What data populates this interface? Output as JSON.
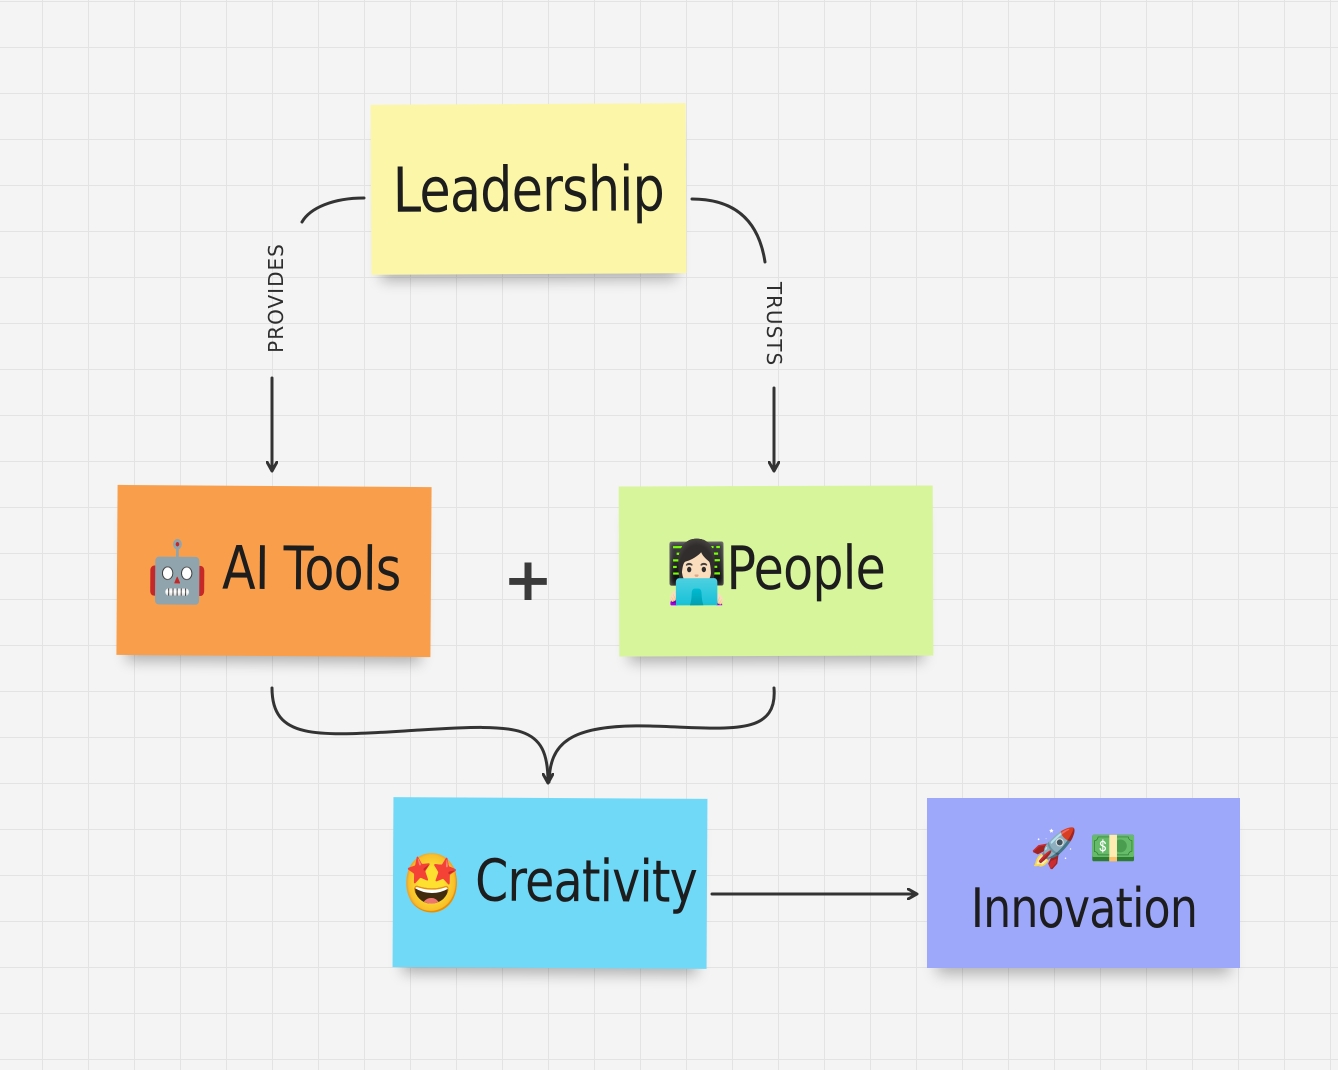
{
  "diagram": {
    "nodes": [
      {
        "id": "leadership",
        "label": "Leadership",
        "emoji": "",
        "color": "#fbf6a8"
      },
      {
        "id": "ai_tools",
        "label": "AI Tools",
        "emoji": "🤖",
        "color": "#f99f4c"
      },
      {
        "id": "people",
        "label": "People",
        "emoji": "👩🏻‍💻",
        "color": "#d7f59b"
      },
      {
        "id": "creativity",
        "label": "Creativity",
        "emoji": "🤩",
        "color": "#70d9f8"
      },
      {
        "id": "innovation",
        "label": "Innovation",
        "emoji": "🚀 💵",
        "color": "#9ea8fb"
      }
    ],
    "operator": "+",
    "edges": [
      {
        "from": "leadership",
        "to": "ai_tools",
        "label": "PROVIDES"
      },
      {
        "from": "leadership",
        "to": "people",
        "label": "TRUSTS"
      },
      {
        "from": "ai_tools",
        "to": "creativity",
        "label": ""
      },
      {
        "from": "people",
        "to": "creativity",
        "label": ""
      },
      {
        "from": "creativity",
        "to": "innovation",
        "label": ""
      }
    ],
    "colors": {
      "background": "#f4f4f4",
      "grid": "#e3e3e3",
      "connector": "#333333"
    }
  }
}
